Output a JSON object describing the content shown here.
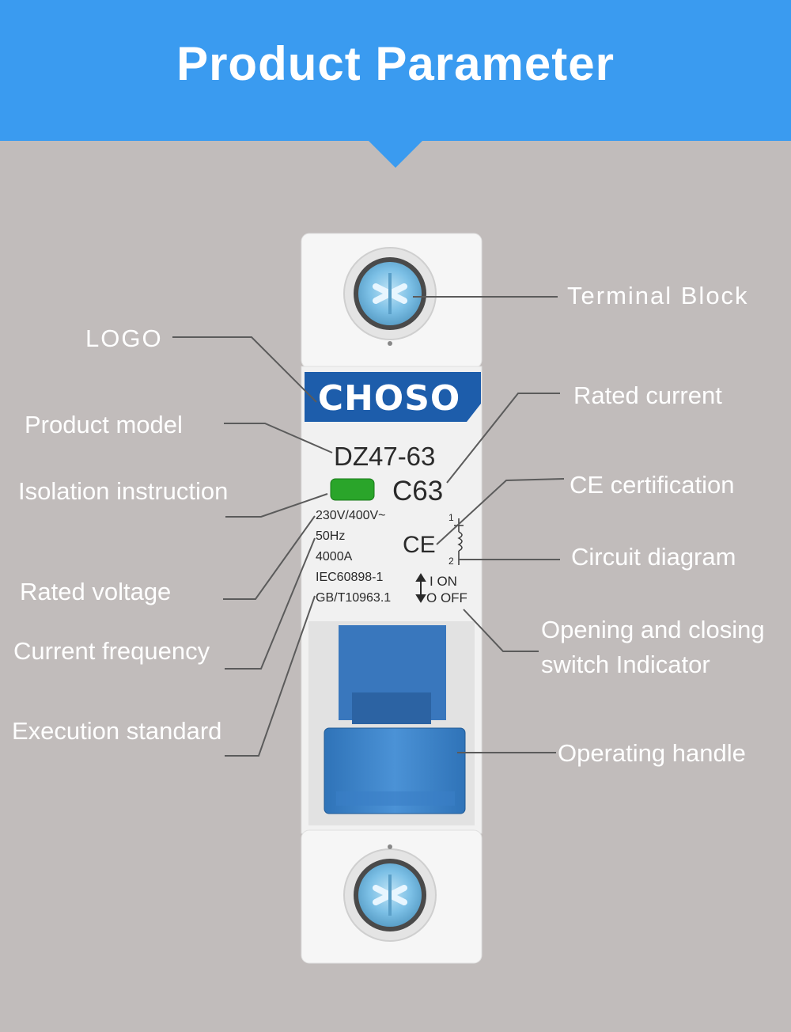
{
  "header": {
    "title": "Product Parameter",
    "color": "#3a9bf0"
  },
  "breaker": {
    "logo": "CHOSO",
    "model": "DZ47-63",
    "rated_current": "C63",
    "specs": [
      "230V/400V~",
      "50Hz",
      "4000A",
      "IEC60898-1",
      "GB/T10963.1"
    ],
    "ce_mark": "CE",
    "circuit_terminals": [
      "1",
      "2"
    ],
    "switch_on": "I ON",
    "switch_off": "O OFF",
    "handle_color": "#3f86cc",
    "indicator_color": "#2aa52a"
  },
  "labels": {
    "terminal_block": "Terminal Block",
    "logo": "LOGO",
    "rated_current": "Rated current",
    "product_model": "Product model",
    "ce_certification": "CE certification",
    "isolation_instruction": "Isolation instruction",
    "circuit_diagram": "Circuit diagram",
    "rated_voltage": "Rated voltage",
    "opening_closing": "Opening and closing switch Indicator",
    "current_frequency": "Current frequency",
    "execution_standard": "Execution standard",
    "operating_handle": "Operating handle"
  }
}
